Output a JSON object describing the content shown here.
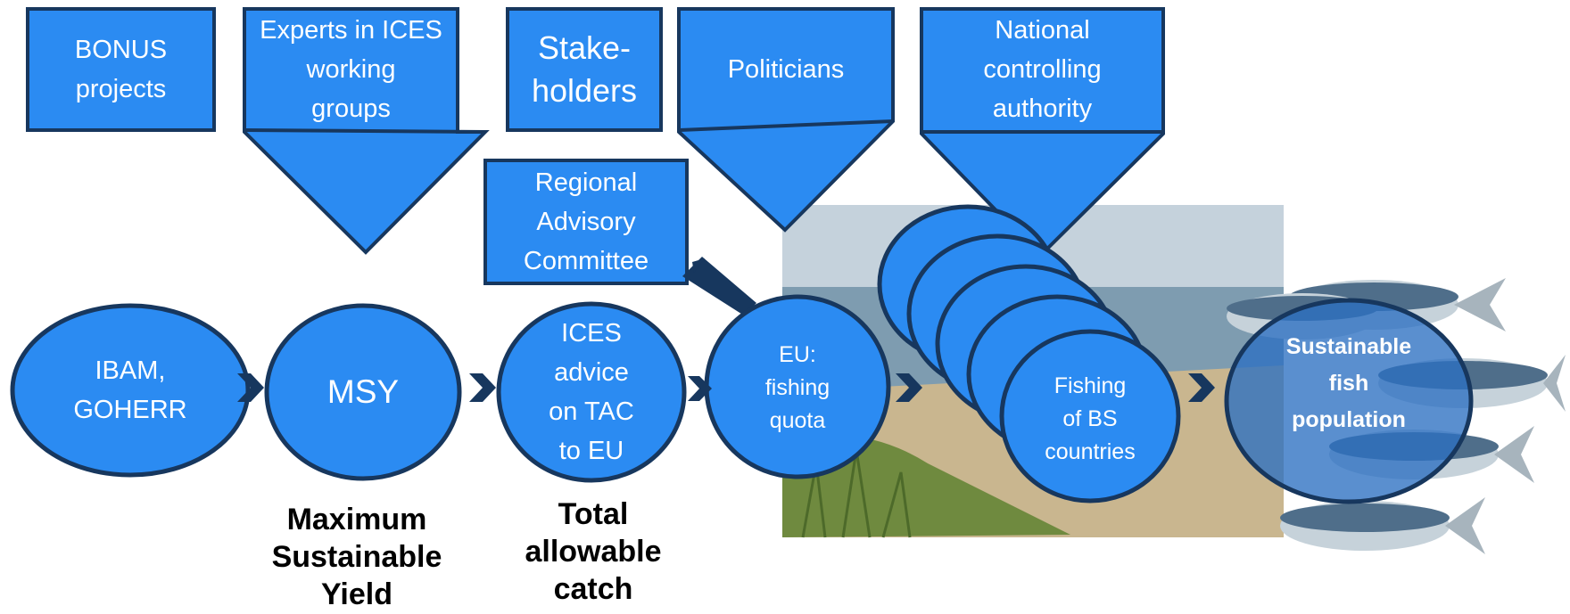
{
  "colors": {
    "primary_fill": "#2b8bf2",
    "outline": "#17375e",
    "arrow": "#17375e",
    "water": "#7e9cb0",
    "sand": "#c9b68f",
    "grass": "#6f8a3f"
  },
  "top_boxes": {
    "bonus": "BONUS\nprojects",
    "experts": "Experts in ICES\nworking\ngroups",
    "stakeholders": "Stake-\nholders",
    "politicians": "Politicians",
    "authority": "National\ncontrolling\nauthority"
  },
  "rac_box": "Regional\nAdvisory\nCommittee",
  "flow_nodes": {
    "ibam": "IBAM,\nGOHERR",
    "msy": "MSY",
    "ices_advice": "ICES\nadvice\non TAC\nto  EU",
    "eu_quota": "EU:\nfishing\nquota",
    "fishing": "Fishing\nof BS\ncountries",
    "sustainable": "Sustainable\nfish\npopulation"
  },
  "captions": {
    "msy": "Maximum\nSustainable\nYield",
    "tac": "Total\nallowable\ncatch"
  },
  "icons": {
    "photo": "beach-photo",
    "fish": "herring-fish-icon"
  }
}
